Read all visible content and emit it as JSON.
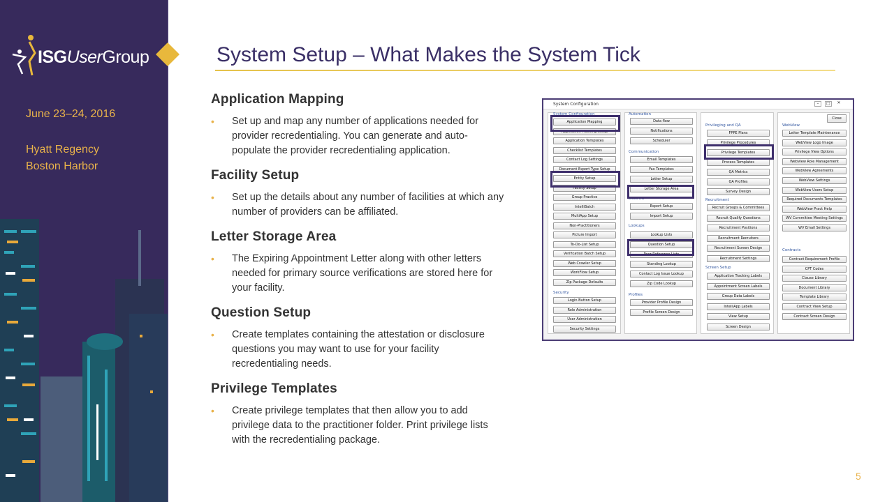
{
  "sidebar": {
    "logo": {
      "isg": "ISG",
      "user": "User",
      "group": "Group"
    },
    "date": "June 23–24, 2016",
    "venue_line1": "Hyatt Regency",
    "venue_line2": "Boston Harbor"
  },
  "title": "System Setup – What Makes the System Tick",
  "sections": [
    {
      "heading": "Application Mapping",
      "text": "Set up and map any number of applications needed for provider recredentialing. You can generate and auto-populate the provider recredentialing application."
    },
    {
      "heading": "Facility Setup",
      "text": "Set up the details about any number of facilities at which any number of providers can be affiliated."
    },
    {
      "heading": "Letter Storage Area",
      "text": "The Expiring Appointment Letter along with other letters needed for primary source verifications are stored here for your facility."
    },
    {
      "heading": "Question Setup",
      "text": "Create templates containing the attestation or disclosure questions you may want to use for your facility recredentialing needs."
    },
    {
      "heading": "Privilege Templates",
      "text": "Create privilege templates that then allow you to add privilege data to the practitioner folder. Print privilege lists with the recredentialing package."
    }
  ],
  "page_number": "5",
  "window": {
    "title": "System Configuration",
    "close": "Close",
    "col1": {
      "label_top": "System Configuration",
      "items": [
        "Application Mapping",
        "Application Tracking Setup",
        "Application Templates",
        "Checklist Templates",
        "Contact Log Settings",
        "Document Export Type Setup",
        "Entity Setup",
        "Facility Setup",
        "Group Practice",
        "IntelliBatch",
        "MultiApp Setup",
        "Non-Practitioners",
        "Picture Import",
        "To-Do-List Setup",
        "Verification Batch Setup",
        "Web Crawler Setup",
        "WorkFlow Setup",
        "Zip Package Defaults"
      ],
      "security_label": "Security",
      "security_items": [
        "Login Button Setup",
        "Role Administration",
        "User Administration",
        "Security Settings"
      ]
    },
    "col2": {
      "automation_label": "Automation",
      "automation": [
        "Data flow",
        "Notifications",
        "Scheduler"
      ],
      "communication_label": "Communication",
      "communication": [
        "Email Templates",
        "Fax Templates",
        "Letter Setup",
        "Letter Storage Area"
      ],
      "dataio_label": "Data I/O",
      "dataio": [
        "Export Setup",
        "Import Setup"
      ],
      "lookups_label": "Lookups",
      "lookups": [
        "Lookup Lists",
        "Question Setup",
        "Peer Reference Lists",
        "Standing Lookup",
        "Contact Log Issue Lookup",
        "Zip Code Lookup"
      ],
      "profiles_label": "Profiles",
      "profiles": [
        "Provider Profile Design",
        "Profile Screen Design"
      ]
    },
    "col3": {
      "priv_label": "Privileging and QA",
      "priv": [
        "FPPE Plans",
        "Privilege Procedures",
        "Privilege Templates",
        "Process Templates",
        "QA Metrics",
        "QA Profiles",
        "Survey Design"
      ],
      "recruit_label": "Recruitment",
      "recruit": [
        "Recruit Groups & Committees",
        "Recruit Qualify Questions",
        "Recruitment Positions",
        "Recruitment Recruiters",
        "Recruitment Screen Design",
        "Recruitment Settings"
      ],
      "screen_label": "Screen Setup",
      "screen": [
        "Application Tracking Labels",
        "Appointment Screen Labels",
        "Group Data Labels",
        "IntelliApp Labels",
        "View Setup",
        "Screen Design"
      ]
    },
    "col4": {
      "webview_label": "WebView",
      "webview": [
        "Letter Template Maintenance",
        "WebView Logo Image",
        "Privilege View Options",
        "WebView Role Management",
        "WebView Agreements",
        "WebView Settings",
        "WebView Users Setup",
        "Required Documents Templates",
        "WebView Pract Help",
        "WV Committee Meeting Settings",
        "WV Email Settings"
      ],
      "contracts_label": "Contracts",
      "contracts": [
        "Contract Requirement Profile",
        "CPT Codes",
        "Clause Library",
        "Document Library",
        "Template Library",
        "Contract View Setup",
        "Contract Screen Design"
      ]
    }
  }
}
